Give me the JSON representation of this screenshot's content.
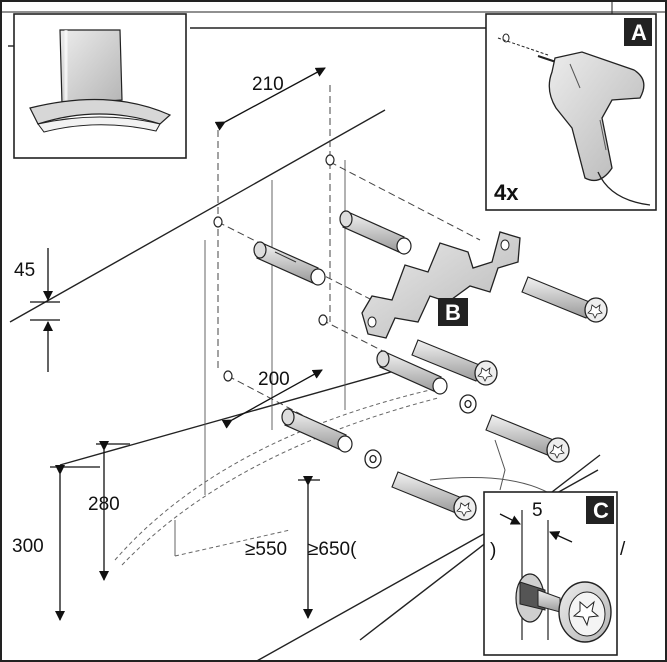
{
  "labels": {
    "panel_a": "A",
    "panel_b": "B",
    "panel_c": "C",
    "drill_count": "4x"
  },
  "dimensions": {
    "d210": "210",
    "d45": "45",
    "d200": "200",
    "d280": "280",
    "d300": "300",
    "d550": "≥550",
    "d650": "≥650(",
    "d5": "5",
    "paren": ")",
    "slash": "/"
  },
  "icons": {
    "hood": "cooker-hood-icon",
    "drill": "drill-icon",
    "screw": "screw-icon",
    "plug": "wall-plug-icon",
    "washer": "washer-icon",
    "bracket": "mounting-bracket-icon"
  }
}
